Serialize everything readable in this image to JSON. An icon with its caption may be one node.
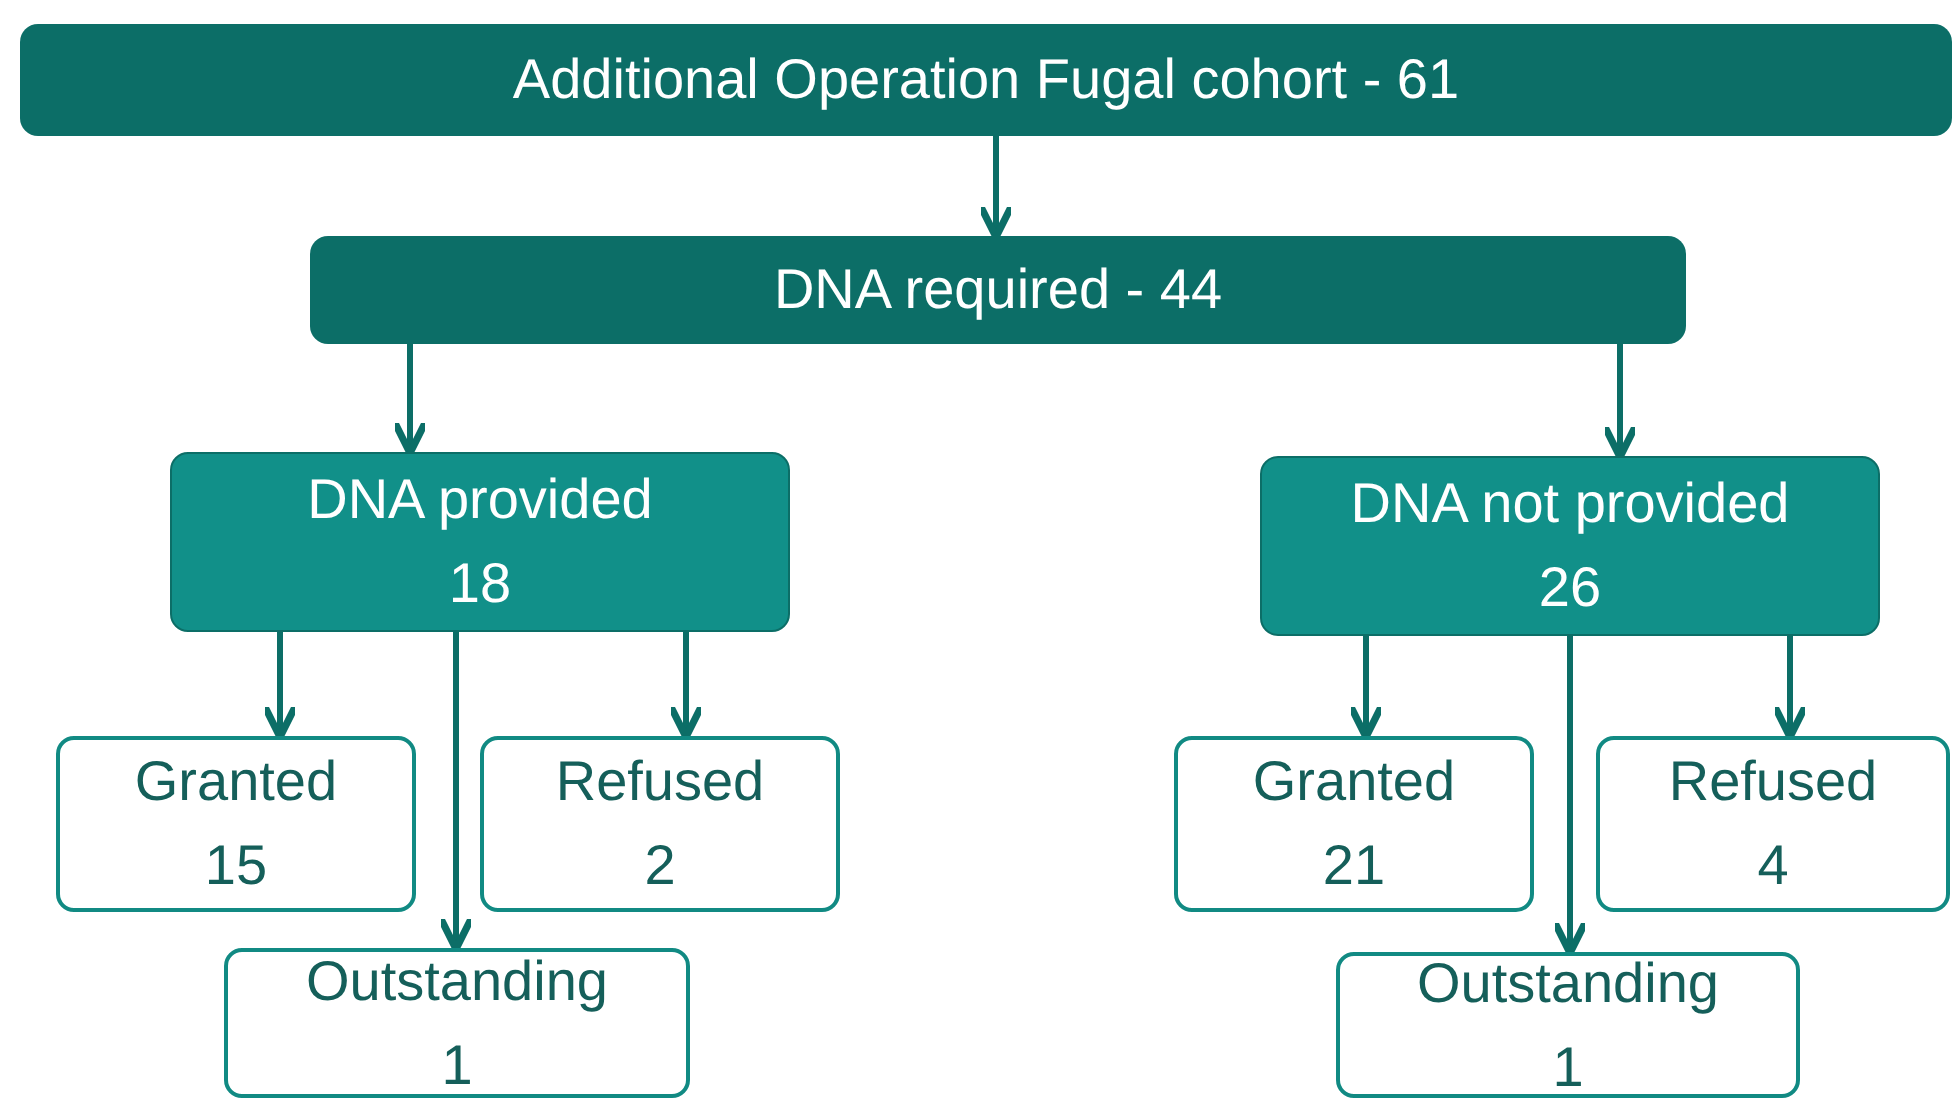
{
  "diagram": {
    "nodes": [
      {
        "text": [
          "Additional Operation Fugal cohort - 61"
        ]
      },
      {
        "text": [
          "DNA required - 44"
        ]
      },
      {
        "text": [
          "DNA provided",
          "18"
        ]
      },
      {
        "text": [
          "DNA not provided",
          "26"
        ]
      },
      {
        "text": [
          "Granted",
          "15"
        ]
      },
      {
        "text": [
          "Refused",
          "2"
        ]
      },
      {
        "text": [
          "Outstanding",
          "1"
        ]
      },
      {
        "text": [
          "Granted",
          "21"
        ]
      },
      {
        "text": [
          "Refused",
          "4"
        ]
      },
      {
        "text": [
          "Outstanding",
          "1"
        ]
      }
    ],
    "edges": [
      {
        "from": 0,
        "to": 1,
        "arrow": "to"
      },
      {
        "from": 1,
        "to": 2,
        "arrow": "to"
      },
      {
        "from": 1,
        "to": 3,
        "arrow": "to"
      },
      {
        "from": 2,
        "to": 4,
        "arrow": "to"
      },
      {
        "from": 2,
        "to": 6,
        "arrow": "to"
      },
      {
        "from": 2,
        "to": 5,
        "arrow": "to"
      },
      {
        "from": 3,
        "to": 7,
        "arrow": "to"
      },
      {
        "from": 3,
        "to": 9,
        "arrow": "to"
      },
      {
        "from": 3,
        "to": 8,
        "arrow": "to"
      }
    ]
  }
}
